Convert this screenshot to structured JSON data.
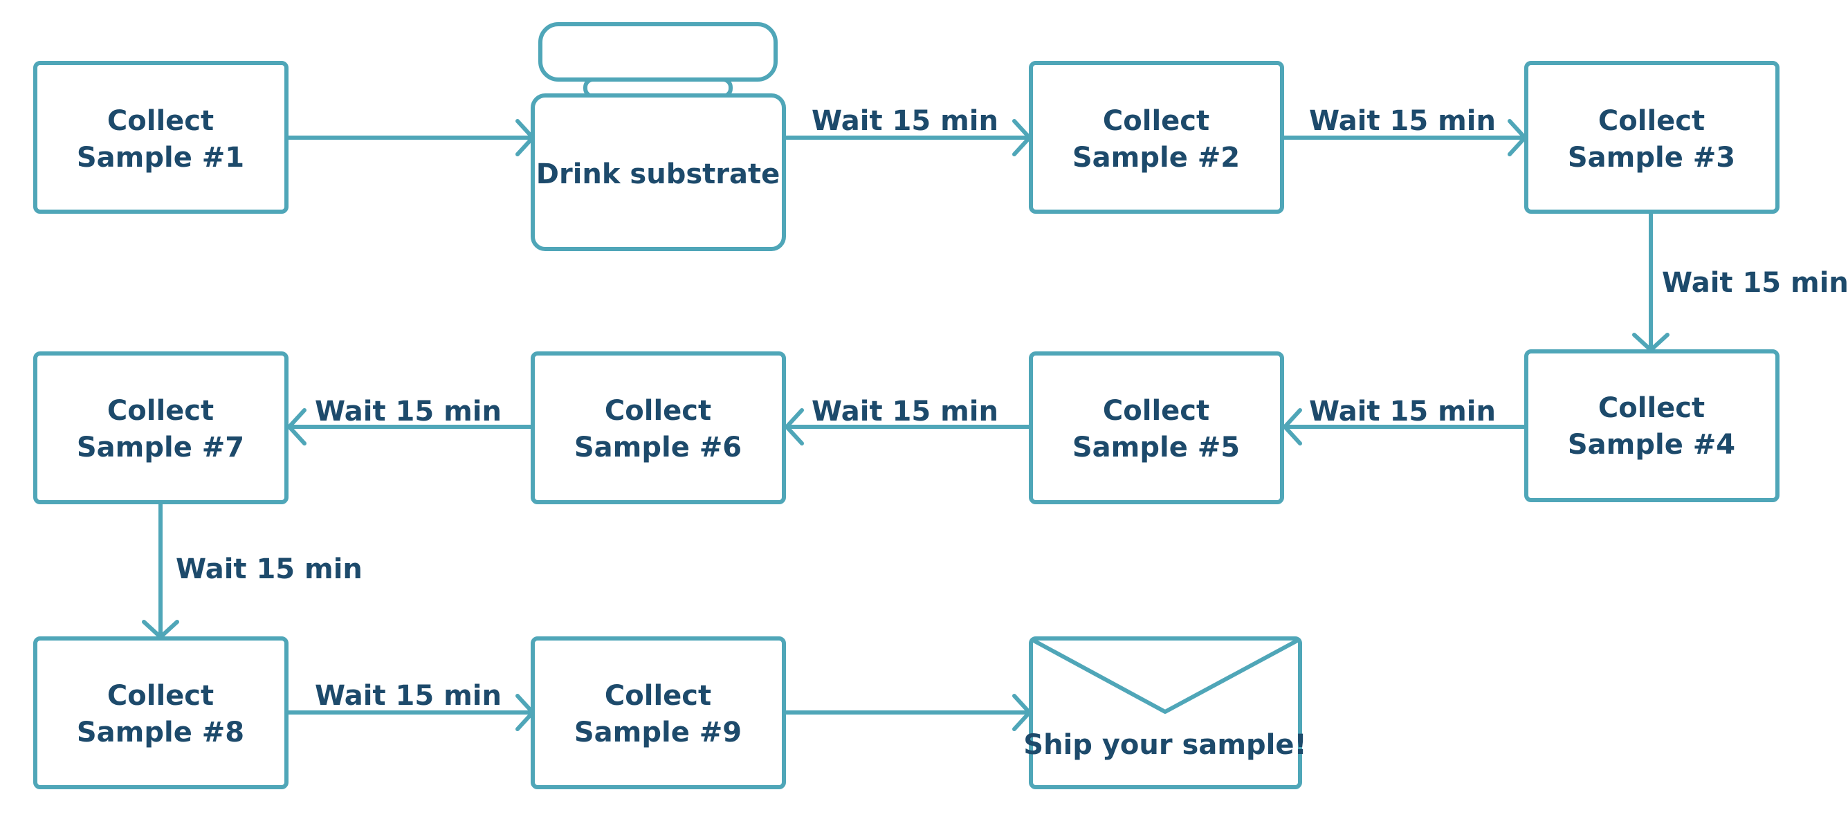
{
  "colors": {
    "stroke": "#4fa6b8",
    "text": "#1d4a6b",
    "background": "#ffffff"
  },
  "nodes": [
    {
      "id": "sample-1",
      "line1": "Collect",
      "line2": "Sample #1"
    },
    {
      "id": "drink",
      "line1": "Drink substrate",
      "icon": "bottle-icon"
    },
    {
      "id": "sample-2",
      "line1": "Collect",
      "line2": "Sample #2"
    },
    {
      "id": "sample-3",
      "line1": "Collect",
      "line2": "Sample #3"
    },
    {
      "id": "sample-4",
      "line1": "Collect",
      "line2": "Sample #4"
    },
    {
      "id": "sample-5",
      "line1": "Collect",
      "line2": "Sample #5"
    },
    {
      "id": "sample-6",
      "line1": "Collect",
      "line2": "Sample #6"
    },
    {
      "id": "sample-7",
      "line1": "Collect",
      "line2": "Sample #7"
    },
    {
      "id": "sample-8",
      "line1": "Collect",
      "line2": "Sample #8"
    },
    {
      "id": "sample-9",
      "line1": "Collect",
      "line2": "Sample #9"
    },
    {
      "id": "ship",
      "line1": "Ship your sample!",
      "icon": "envelope-icon"
    }
  ],
  "edges": [
    {
      "from": "sample-1",
      "to": "drink",
      "label": ""
    },
    {
      "from": "drink",
      "to": "sample-2",
      "label": "Wait 15 min"
    },
    {
      "from": "sample-2",
      "to": "sample-3",
      "label": "Wait 15 min"
    },
    {
      "from": "sample-3",
      "to": "sample-4",
      "label": "Wait 15 min"
    },
    {
      "from": "sample-4",
      "to": "sample-5",
      "label": "Wait 15 min"
    },
    {
      "from": "sample-5",
      "to": "sample-6",
      "label": "Wait 15 min"
    },
    {
      "from": "sample-6",
      "to": "sample-7",
      "label": "Wait 15 min"
    },
    {
      "from": "sample-7",
      "to": "sample-8",
      "label": "Wait 15 min"
    },
    {
      "from": "sample-8",
      "to": "sample-9",
      "label": "Wait 15 min"
    },
    {
      "from": "sample-9",
      "to": "ship",
      "label": ""
    }
  ]
}
